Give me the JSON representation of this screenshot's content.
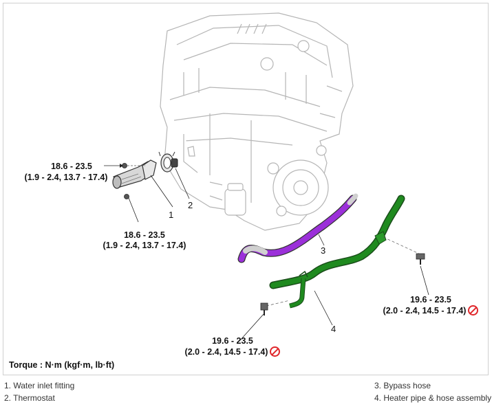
{
  "callouts": {
    "c1": {
      "line1": "18.6 - 23.5",
      "line2": "(1.9 - 2.4, 13.7 - 17.4)"
    },
    "c2": {
      "line1": "18.6 - 23.5",
      "line2": "(1.9 - 2.4, 13.7 - 17.4)"
    },
    "c3": {
      "line1": "19.6 - 23.5",
      "line2": "(2.0 - 2.4, 14.5 - 17.4)"
    },
    "c4": {
      "line1": "19.6 - 23.5",
      "line2": "(2.0 - 2.4, 14.5 - 17.4)"
    }
  },
  "part_numbers": {
    "n1": "1",
    "n2": "2",
    "n3": "3",
    "n4": "4"
  },
  "torque_note": "Torque : N·m (kgf·m, lb·ft)",
  "legend": {
    "item1": "1. Water inlet fitting",
    "item2": "2. Thermostat",
    "item3": "3. Bypass hose",
    "item4": "4. Heater pipe & hose assembly"
  },
  "colors": {
    "bypass_hose": "#9b30d9",
    "heater_pipe": "#1f8a1f",
    "no_reuse_sign": "#e0262a"
  },
  "icons": {
    "no_reuse": "no-reuse-icon"
  }
}
